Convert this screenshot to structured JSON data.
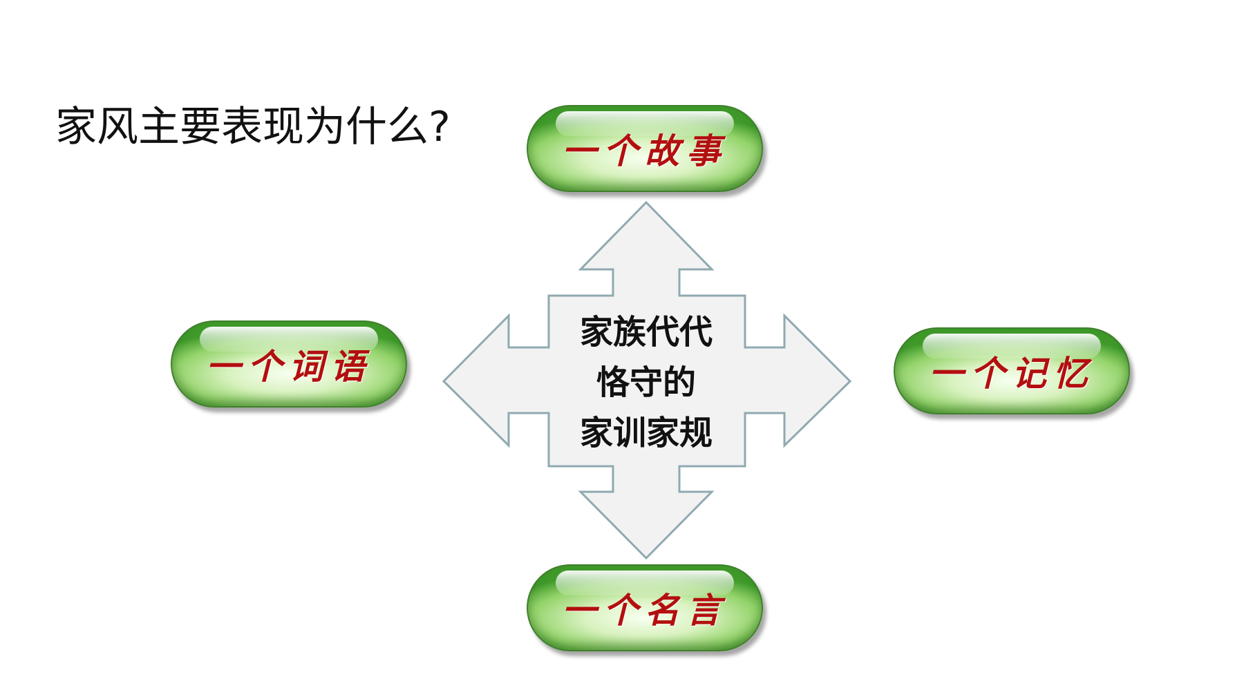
{
  "question": "家风主要表现为什么?",
  "center": {
    "line1": "家族代代",
    "line2": "恪守的",
    "line3": "家训家规"
  },
  "pills": {
    "top": "一个故事",
    "left": "一个词语",
    "right": "一个记忆",
    "bottom": "一个名言"
  },
  "colors": {
    "arrow_fill": "#f2f2f2",
    "arrow_stroke": "#8fa9b0",
    "pill_green": "#93d36a",
    "pill_text": "#b30f0f"
  }
}
